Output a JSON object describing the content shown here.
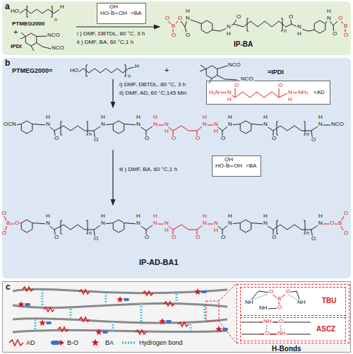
{
  "diagram": {
    "nodes": [
      {
        "text": [
          "a"
        ]
      },
      {
        "text": [
          "OH",
          "B",
          "HO",
          "OH",
          "=BA"
        ],
        "in": 0
      },
      {
        "text": [
          "b"
        ]
      },
      {
        "text": [
          "H₂N",
          "N",
          "H",
          "O",
          "O",
          "N",
          "H",
          "NH₂",
          "=AD"
        ],
        "in": 2
      },
      {
        "text": [
          "OH",
          "B",
          "HO",
          "OH",
          "=BA"
        ],
        "in": 2
      },
      {
        "text": [
          "c"
        ]
      },
      {
        "text": [
          "H-Bonds"
        ],
        "in": 5
      },
      {
        "text": [
          "TBU"
        ],
        "in": 6
      },
      {
        "text": [
          "ASCZ"
        ],
        "in": 6
      }
    ],
    "labels": [
      "HO",
      "H",
      "n",
      "PTMEG2000",
      "+",
      "NCO",
      "NCO",
      "IPDI",
      "i ) DMF, DBTDL, 80 °C, 3 h",
      "ii ) DMF, BA, 60 °C,1 h",
      "O",
      "B",
      "O",
      "O",
      "H",
      "N",
      "O",
      "N",
      "H",
      "O",
      "n",
      "O",
      "N",
      "H",
      "H",
      "N",
      "O",
      "O",
      "B",
      "O",
      "IP-BA",
      "PTMEG2000=",
      "HO",
      "H",
      "n",
      "+",
      "NCO",
      "NCO",
      "=IPDI",
      "i) DMF, DBTDL, 80 °C, 3 h",
      "ii) DMF, AD, 60 °C,145 Min",
      "OCN",
      "H",
      "N",
      "O",
      "n",
      "O",
      "H",
      "N",
      "H",
      "N",
      "O",
      "H",
      "N",
      "N",
      "H",
      "O",
      "O",
      "H",
      "N",
      "N",
      "H",
      "O",
      "H",
      "N",
      "H",
      "N",
      "O",
      "n",
      "O",
      "H",
      "N",
      "NCO",
      "iii ) DMF, BA, 60 °C,1 h",
      "O",
      "B",
      "O",
      "O",
      "H",
      "N",
      "O",
      "n",
      "O",
      "H",
      "N",
      "H",
      "N",
      "O",
      "H",
      "N",
      "N",
      "H",
      "O",
      "O",
      "H",
      "N",
      "N",
      "H",
      "O",
      "H",
      "N",
      "H",
      "N",
      "O",
      "n",
      "O",
      "H",
      "N",
      "O",
      "B",
      "O",
      "O",
      "IP-AD-BA1",
      "B",
      "O",
      "O",
      "O",
      "NH",
      "NH",
      "NH",
      "NH",
      "O",
      "O",
      "NH"
    ],
    "legend": [
      {
        "text": "AD"
      },
      {
        "text": "B-O"
      },
      {
        "text": "BA"
      },
      {
        "text": "Hydrogen bond"
      }
    ]
  }
}
